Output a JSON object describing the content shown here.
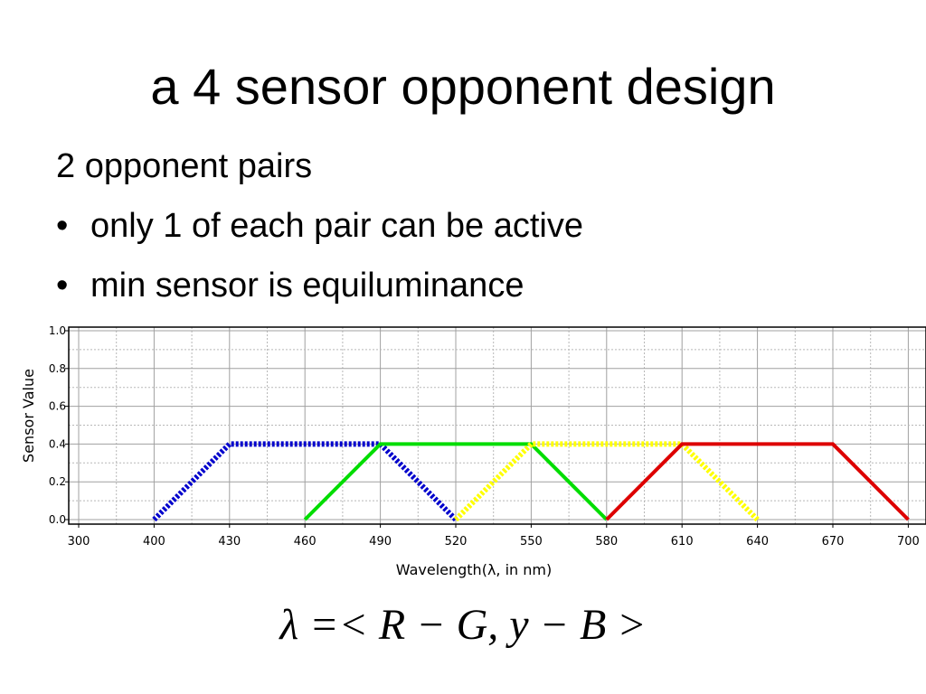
{
  "slide": {
    "title": "a 4 sensor opponent design",
    "intro": "2 opponent pairs",
    "bullets": [
      {
        "marker": "•",
        "text": "only 1 of each pair can be active"
      },
      {
        "marker": "•",
        "text": "min sensor is equiluminance"
      }
    ],
    "formula": "λ =< R − G, y − B >"
  },
  "chart_data": {
    "type": "line",
    "xlabel": "Wavelength(λ, in nm)",
    "ylabel": "Sensor Value",
    "x_ticks": [
      300,
      400,
      430,
      460,
      490,
      520,
      550,
      580,
      610,
      640,
      670,
      700
    ],
    "y_ticks": [
      0.0,
      0.2,
      0.4,
      0.6,
      0.8,
      1.0
    ],
    "y_tick_labels": [
      "0.0",
      "0.2",
      "0.4",
      "0.6",
      "0.8",
      "1.0"
    ],
    "ylim": [
      0,
      1.0
    ],
    "grid": true,
    "series": [
      {
        "color": "#0000cc",
        "style": "dotted",
        "x": [
          400,
          430,
          490,
          520
        ],
        "y": [
          0,
          0.4,
          0.4,
          0
        ]
      },
      {
        "color": "#00dd00",
        "style": "solid",
        "x": [
          460,
          490,
          550,
          580
        ],
        "y": [
          0,
          0.4,
          0.4,
          0
        ]
      },
      {
        "color": "#ffff00",
        "style": "dotted",
        "x": [
          520,
          550,
          610,
          640
        ],
        "y": [
          0,
          0.4,
          0.4,
          0
        ]
      },
      {
        "color": "#dd0000",
        "style": "solid",
        "x": [
          580,
          610,
          670,
          700
        ],
        "y": [
          0,
          0.4,
          0.4,
          0
        ]
      }
    ]
  }
}
